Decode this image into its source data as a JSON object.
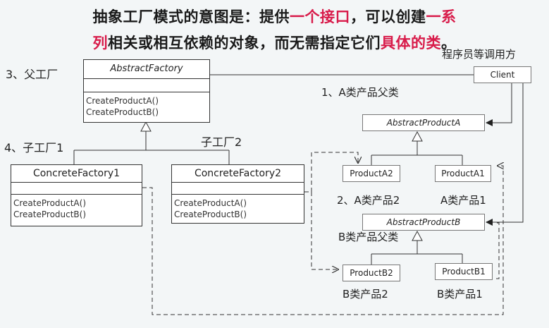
{
  "title_line1": {
    "a": "抽象工厂模式的意图是：提供",
    "b": "一个接口",
    "c": "，可以创建",
    "d": "一系"
  },
  "title_line2": {
    "a": "列",
    "b": "相关或相互依赖的对象，而无需指定它们",
    "c": "具体的类",
    "d": "。"
  },
  "labels": {
    "client_note": "程序员等调用方",
    "parent_factory": "3、父工厂",
    "child_factory1": "4、子工厂1",
    "child_factory2": "子工厂2",
    "product_a_parent": "1、A类产品父类",
    "product_a2": "2、A类产品2",
    "product_a1": "A类产品1",
    "product_b_parent": "B类产品父类",
    "product_b2": "B类产品2",
    "product_b1": "B类产品1"
  },
  "classes": {
    "abstract_factory": {
      "name": "AbstractFactory",
      "ops": [
        "CreateProductA()",
        "CreateProductB()"
      ]
    },
    "concrete_factory1": {
      "name": "ConcreteFactory1",
      "ops": [
        "CreateProductA()",
        "CreateProductB()"
      ]
    },
    "concrete_factory2": {
      "name": "ConcreteFactory2",
      "ops": [
        "CreateProductA()",
        "CreateProductB()"
      ]
    },
    "client": "Client",
    "abstract_product_a": "AbstractProductA",
    "abstract_product_b": "AbstractProductB",
    "product_a1": "ProductA1",
    "product_a2": "ProductA2",
    "product_b1": "ProductB1",
    "product_b2": "ProductB2"
  },
  "colors": {
    "highlight": "#d81b4a",
    "line": "#333333"
  }
}
